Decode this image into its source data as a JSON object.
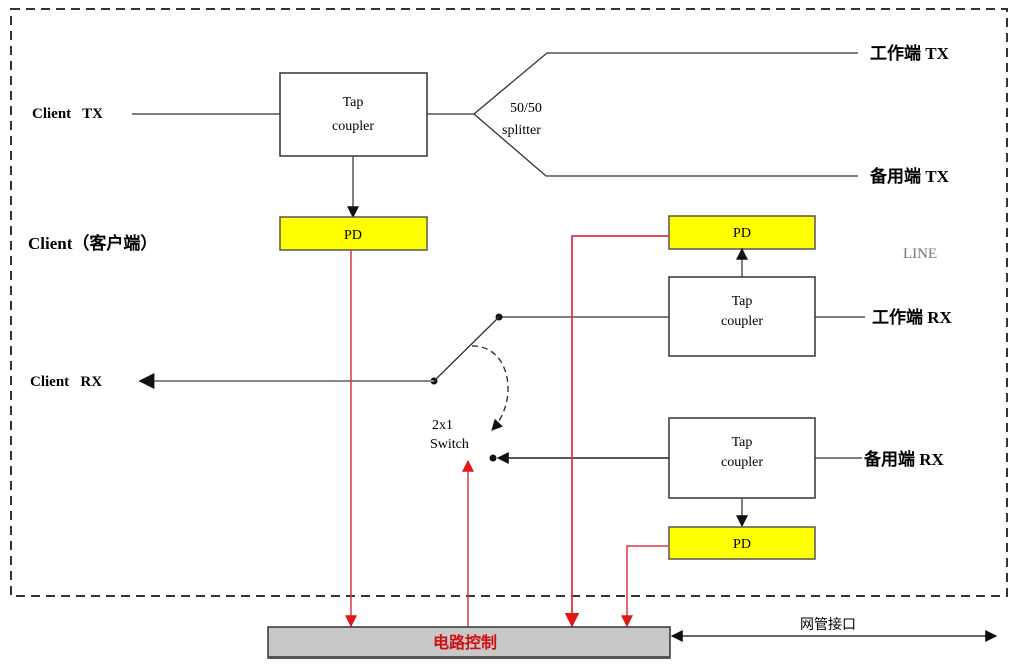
{
  "diagram": {
    "client_section_label": "Client（客户端）",
    "line_section_label": "LINE",
    "client_tx": "Client   TX",
    "client_rx": "Client   RX",
    "tx_work": "工作端 TX",
    "tx_backup": "备用端 TX",
    "rx_work": "工作端 RX",
    "rx_backup": "备用端 RX",
    "splitter_line1": "50/50",
    "splitter_line2": "splitter",
    "tap_line1": "Tap",
    "tap_line2": "coupler",
    "pd_label": "PD",
    "switch_line1": "2x1",
    "switch_line2": "Switch",
    "control_label": "电路控制",
    "nms_label": "网管接口"
  },
  "colors": {
    "pd_fill": "#ffff00",
    "control_line": "#d93a4a",
    "control_fill": "#c8c8c8",
    "control_text": "#d01010"
  }
}
